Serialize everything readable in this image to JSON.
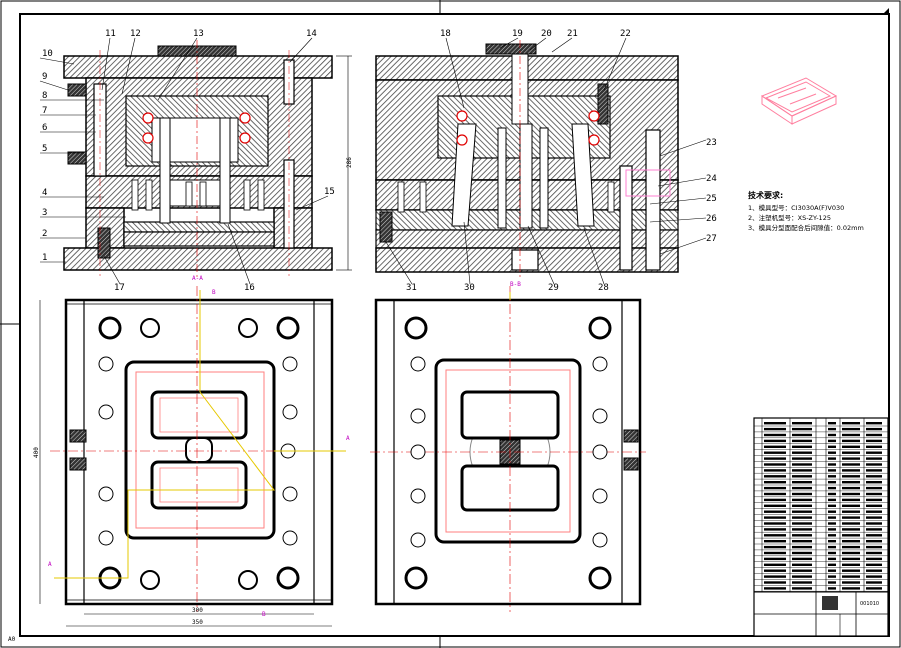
{
  "drawing": {
    "sheet_mark": "A0",
    "section_labels": [
      "A-A",
      "B-B"
    ],
    "dimensions": {
      "height_dim": "286",
      "width_inner": "300",
      "width_outer": "350",
      "plate_height": "400"
    },
    "balloons": [
      "1",
      "2",
      "3",
      "4",
      "5",
      "6",
      "7",
      "8",
      "9",
      "10",
      "11",
      "12",
      "13",
      "14",
      "15",
      "16",
      "17",
      "18",
      "19",
      "20",
      "21",
      "22",
      "23",
      "24",
      "25",
      "26",
      "27",
      "28",
      "29",
      "30",
      "31"
    ],
    "cut_marks": [
      "B",
      "B",
      "A",
      "A"
    ],
    "colors": {
      "line": "#000000",
      "hatch": "#555555",
      "center": "#e00000",
      "cavity": "#ff7f7f",
      "cut": "#e6c800",
      "label": "#c000c0"
    }
  },
  "tech": {
    "title": "技术要求:",
    "items": [
      "1、模具型号：CI3030A(F)V030",
      "2、注塑机型号：XS-ZY-125",
      "3、模具分型面配合后间隙值：0.02mm"
    ]
  },
  "title_block": {
    "drawing_no": "001010"
  }
}
